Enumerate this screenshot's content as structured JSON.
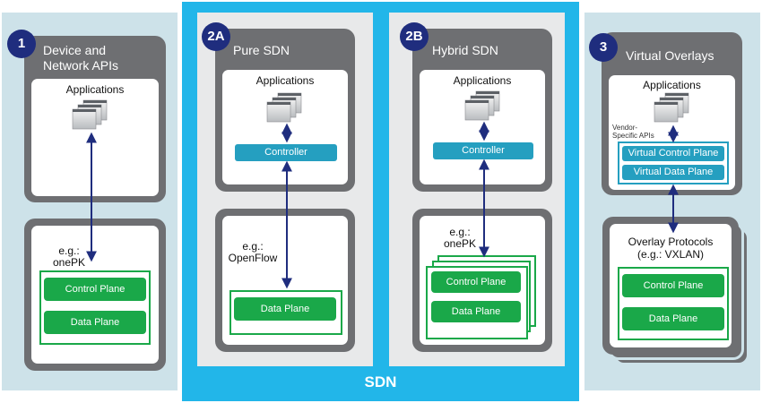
{
  "diagram_title": "SDN",
  "colors": {
    "badge": "#1f2d7e",
    "card_gray": "#6e6f72",
    "sdn_blue": "#22b6e9",
    "light_panel": "#cde2e9",
    "green": "#1aa849",
    "teal": "#259fc0",
    "arrow": "#1f2d7e"
  },
  "panels": [
    {
      "badge": "1",
      "title_line1": "Device and",
      "title_line2": "Network APIs",
      "apps_label": "Applications",
      "example_line1": "e.g.:",
      "example_line2": "onePK",
      "planes": [
        "Control Plane",
        "Data Plane"
      ]
    },
    {
      "badge": "2A",
      "title": "Pure SDN",
      "apps_label": "Applications",
      "controller_label": "Controller",
      "example_line1": "e.g.:",
      "example_line2": "OpenFlow",
      "planes": [
        "Data Plane"
      ]
    },
    {
      "badge": "2B",
      "title": "Hybrid SDN",
      "apps_label": "Applications",
      "controller_label": "Controller",
      "example_line1": "e.g.:",
      "example_line2": "onePK",
      "planes": [
        "Control Plane",
        "Data Plane"
      ]
    },
    {
      "badge": "3",
      "title": "Virtual Overlays",
      "apps_label": "Applications",
      "api_note_line1": "Vendor-",
      "api_note_line2": "Specific APIs",
      "virtual_planes": [
        "Virtual Control Plane",
        "Virtual Data Plane"
      ],
      "protocols_line1": "Overlay Protocols",
      "protocols_line2": "(e.g.: VXLAN)",
      "planes": [
        "Control Plane",
        "Data Plane"
      ]
    }
  ],
  "icons": {
    "applications": "stacked-windows-icon",
    "connection": "arrow-icon"
  }
}
